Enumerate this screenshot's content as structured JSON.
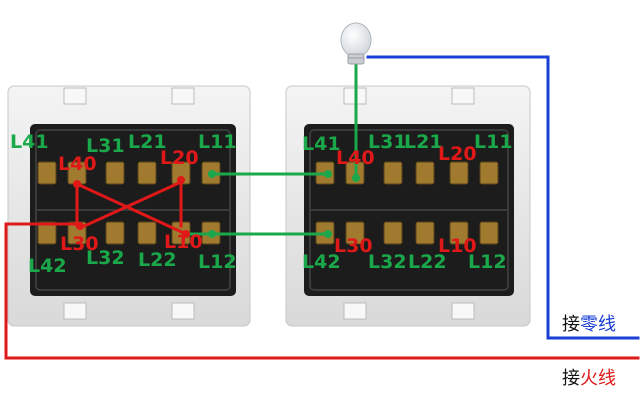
{
  "switch_left": {
    "top_labels": [
      "L41",
      "L31",
      "L21",
      "L11"
    ],
    "bottom_labels": [
      "L42",
      "L32",
      "L22",
      "L12"
    ],
    "red_labels": [
      "L40",
      "L20",
      "L30",
      "L10"
    ]
  },
  "switch_right": {
    "top_labels": [
      "L41",
      "L31",
      "L21",
      "L11"
    ],
    "bottom_labels": [
      "L42",
      "L32",
      "L22",
      "L12"
    ],
    "red_labels": [
      "L40",
      "L20",
      "L30",
      "L10"
    ]
  },
  "neutral_caption": {
    "prefix": "接",
    "emph": "零线"
  },
  "live_caption": {
    "prefix": "接",
    "emph": "火线"
  },
  "colors": {
    "neutral_wire": "#1a3fd6",
    "live_wire": "#e01818",
    "traveler_wire": "#1aa84a",
    "plate": "#eaeaea",
    "switch_body": "#1c1c1c"
  },
  "icons": [
    "light-bulb-icon"
  ]
}
